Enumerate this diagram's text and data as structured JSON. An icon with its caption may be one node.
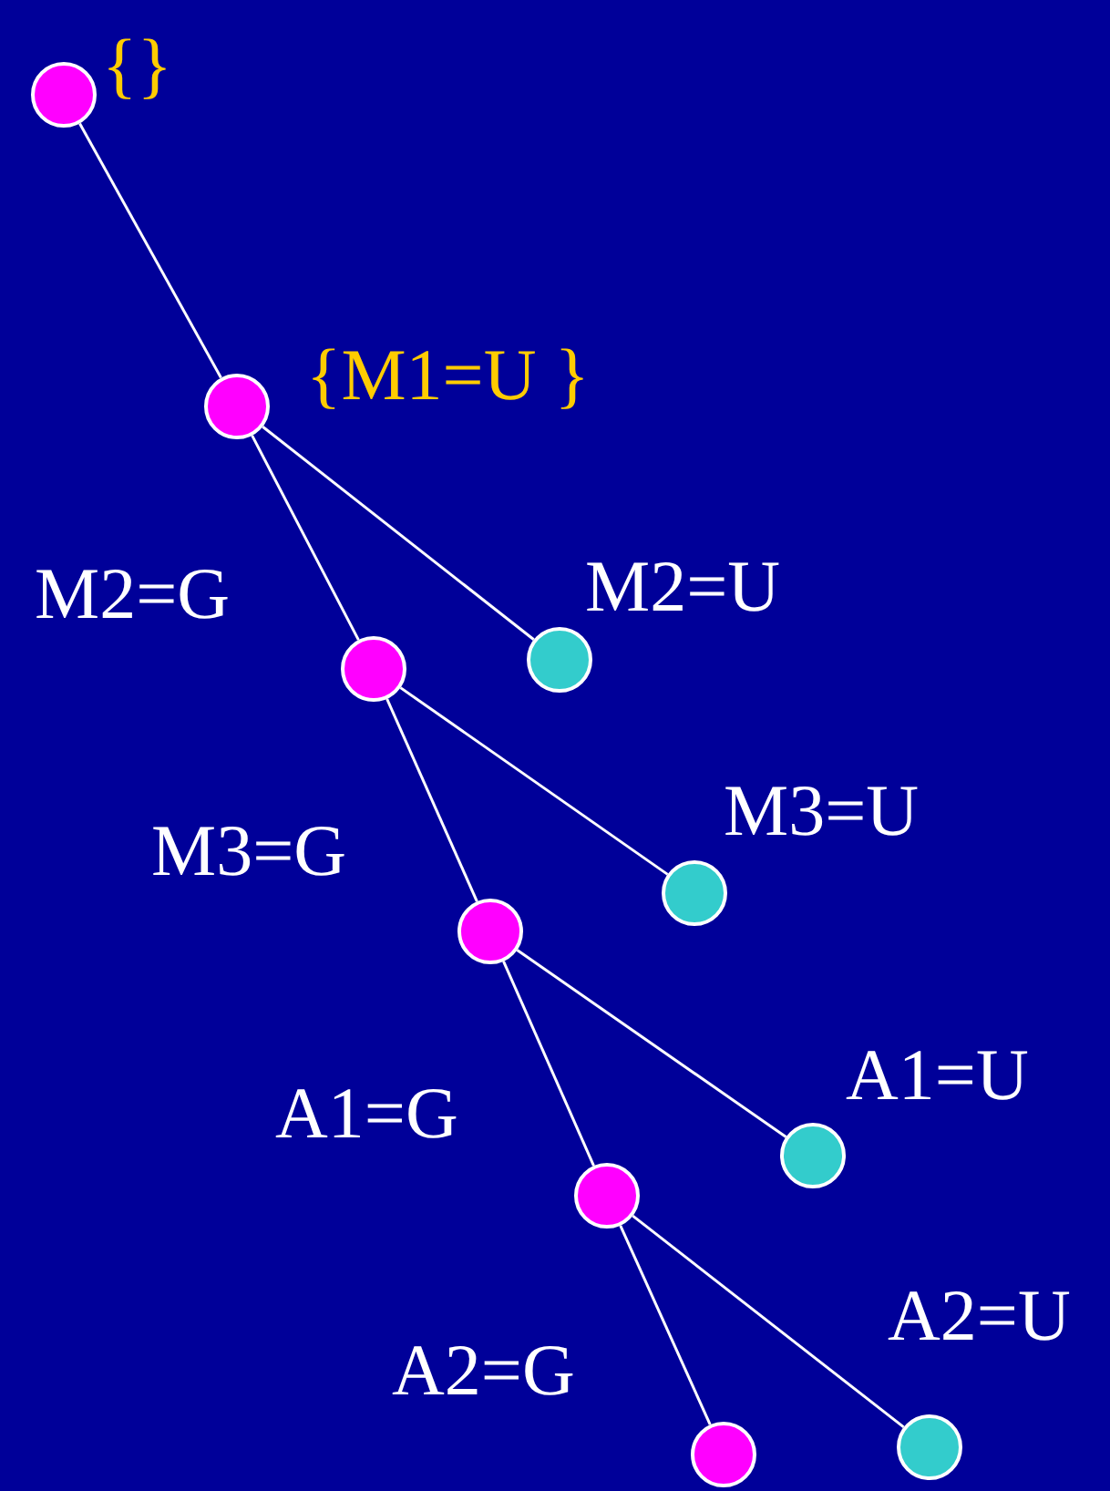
{
  "diagram": {
    "nodes": [
      {
        "text": [],
        "shape": "circle",
        "beside": [
          "{}"
        ]
      },
      {
        "text": [],
        "shape": "circle",
        "beside": [
          "{M1=U }"
        ]
      },
      {
        "text": [],
        "shape": "circle",
        "beside": [
          "M2=U"
        ]
      },
      {
        "text": [],
        "shape": "circle",
        "beside": [
          "M2=G"
        ]
      },
      {
        "text": [],
        "shape": "circle",
        "beside": [
          "M3=U"
        ]
      },
      {
        "text": [],
        "shape": "circle",
        "beside": [
          "M3=G"
        ]
      },
      {
        "text": [],
        "shape": "circle",
        "beside": [
          "A1=U"
        ]
      },
      {
        "text": [],
        "shape": "circle",
        "beside": [
          "A1=G"
        ]
      },
      {
        "text": [],
        "shape": "circle",
        "beside": [
          "A2=U"
        ]
      },
      {
        "text": [],
        "shape": "circle",
        "beside": [
          "A2=G"
        ]
      }
    ],
    "edges": [
      {
        "from": 0,
        "to": 1,
        "arrow": "none"
      },
      {
        "from": 1,
        "to": 3,
        "arrow": "none"
      },
      {
        "from": 1,
        "to": 2,
        "arrow": "none"
      },
      {
        "from": 3,
        "to": 5,
        "arrow": "none"
      },
      {
        "from": 3,
        "to": 4,
        "arrow": "none"
      },
      {
        "from": 5,
        "to": 7,
        "arrow": "none"
      },
      {
        "from": 5,
        "to": 6,
        "arrow": "none"
      },
      {
        "from": 7,
        "to": 9,
        "arrow": "none"
      },
      {
        "from": 7,
        "to": 8,
        "arrow": "none"
      }
    ]
  }
}
